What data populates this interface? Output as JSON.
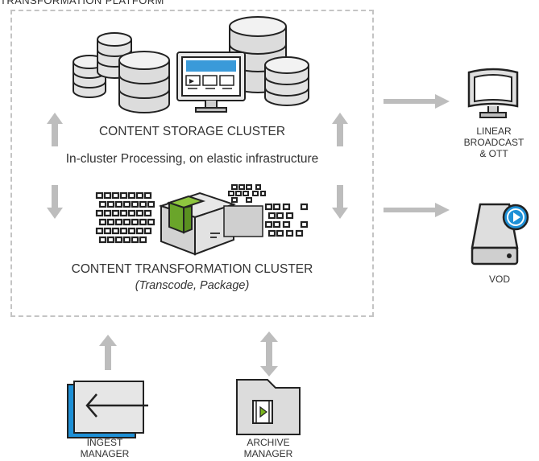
{
  "diagram": {
    "top_title": "TRANSFORMATION PLATFORM",
    "storage_cluster": {
      "label": "CONTENT STORAGE CLUSTER",
      "sublabel": "In-cluster Processing, on elastic infrastructure"
    },
    "transformation_cluster": {
      "label": "CONTENT TRANSFORMATION CLUSTER",
      "sublabel": "(Transcode, Package)"
    },
    "outputs": {
      "linear": {
        "line1": "LINEAR",
        "line2": "BROADCAST",
        "line3": "& OTT",
        "icon": "monitor-icon"
      },
      "vod": {
        "label": "VOD",
        "icon": "hard-drive-play-icon"
      }
    },
    "inputs": {
      "ingest": {
        "line1": "INGEST",
        "line2": "MANAGER",
        "icon": "ingest-arrow-icon"
      },
      "archive": {
        "line1": "ARCHIVE",
        "line2": "MANAGER",
        "icon": "archive-folder-icon"
      }
    },
    "colors": {
      "arrow_gray": "#bdbdbd",
      "frame_dash": "#c4c4c4",
      "accent_blue": "#1e90d6",
      "accent_green": "#7ab51d",
      "outline": "#222222"
    }
  }
}
